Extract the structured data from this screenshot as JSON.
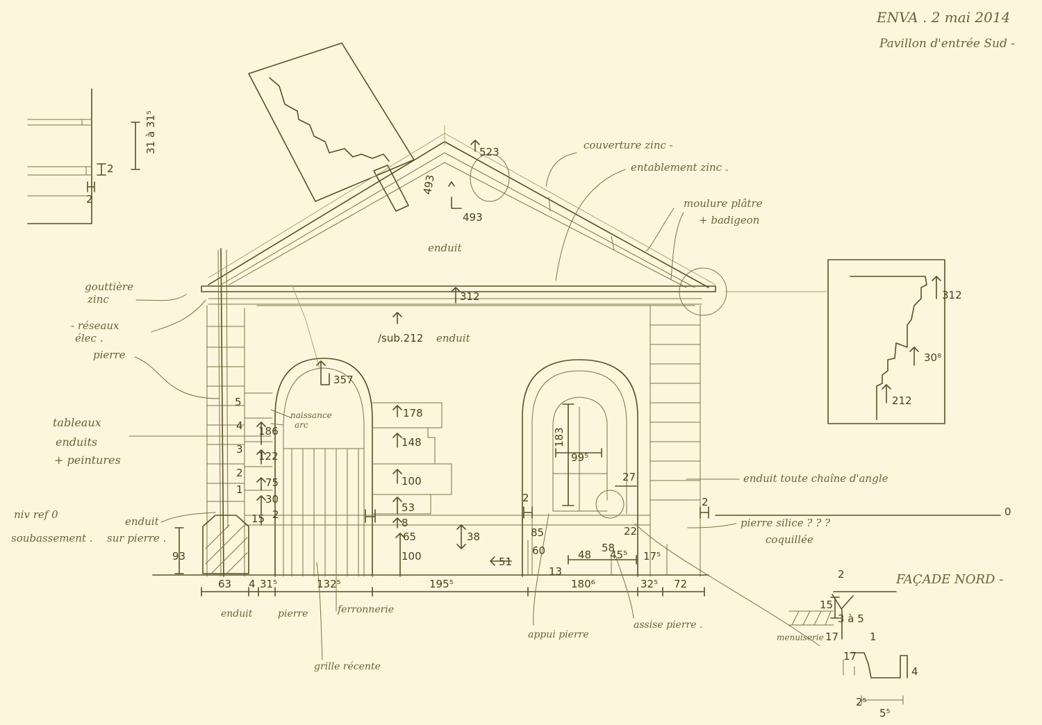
{
  "header": {
    "line1": "ENVA . 2 mai 2014",
    "line2": "Pavillon d'entrée Sud -"
  },
  "section_title": "FAÇADE NORD -",
  "notes": {
    "couverture": "couverture zinc -",
    "entablement": "entablement zinc .",
    "moulure_1": "moulure plâtre",
    "moulure_2": "+ badigeon",
    "enduit_pediment": "enduit",
    "enduit_frieze": "enduit",
    "gouttiere_1": "gouttière",
    "gouttiere_2": "zinc",
    "reseaux_1": "- réseaux",
    "reseaux_2": "élec .",
    "pierre_left": "pierre",
    "tableaux_1": "tableaux",
    "tableaux_2": "enduits",
    "tableaux_3": "+ peintures",
    "naissance_1": "naissance",
    "naissance_2": "arc",
    "niv_ref": "niv ref 0",
    "soubassement": "soubassement .",
    "enduit_pierre_1": "enduit",
    "enduit_pierre_2": "sur pierre .",
    "enduit_chaine": "enduit toute chaîne d'angle",
    "pierre_silice_1": "pierre silice ? ? ?",
    "pierre_silice_2": "coquillée",
    "enduit_bottom": "enduit",
    "pierre_bottom": "pierre",
    "ferronnerie": "ferronnerie",
    "grille": "grille récente",
    "appui": "appui pierre",
    "assise": "assise pierre .",
    "menuiserie": "menuiserie",
    "zero_mark": "0"
  },
  "dimensions": {
    "d_31_315": "31 à 31⁵",
    "d_2a": "2",
    "d_2b": "2",
    "d_523": "523",
    "d_493": "493",
    "d_493b": "493",
    "d_312": "312",
    "d_sub212": "/sub.212",
    "d_357": "357",
    "d_178": "178",
    "d_148": "148",
    "d_100a": "100",
    "d_53": "53",
    "d_8": "8",
    "d_100b": "100",
    "d_657": "65",
    "d_38": "38",
    "d_51": "51",
    "d_186": "186",
    "d_122": "122",
    "d_75": "75",
    "d_30": "30",
    "d_15": "15",
    "d_2c": "2",
    "d_93": "93",
    "d_63": "63",
    "d_4": "4",
    "d_315": "31⁵",
    "d_1325": "132⁵",
    "d_1955": "195⁵",
    "d_1806": "180⁶",
    "d_325": "32⁵",
    "d_72": "72",
    "d_183": "183",
    "d_995": "99⁵",
    "d_27": "27",
    "d_2d": "2",
    "d_2e": "2",
    "d_22": "22",
    "d_85": "85",
    "d_60": "60",
    "d_48": "48",
    "d_58": "58",
    "d_455": "45⁵",
    "d_175": "17⁵",
    "d_13": "13",
    "d_312r": "312",
    "d_308": "30⁸",
    "d_212r": "212",
    "d_2f": "2",
    "d_15b": "15",
    "d_3a5": "3 à 5",
    "d_17": "17",
    "d_1": "1",
    "d_17b": "17",
    "d_4b": "4",
    "d_25": "2⁵",
    "d_55": "5⁵"
  },
  "masonry_numbers": [
    "5",
    "4",
    "3",
    "2",
    "1"
  ]
}
